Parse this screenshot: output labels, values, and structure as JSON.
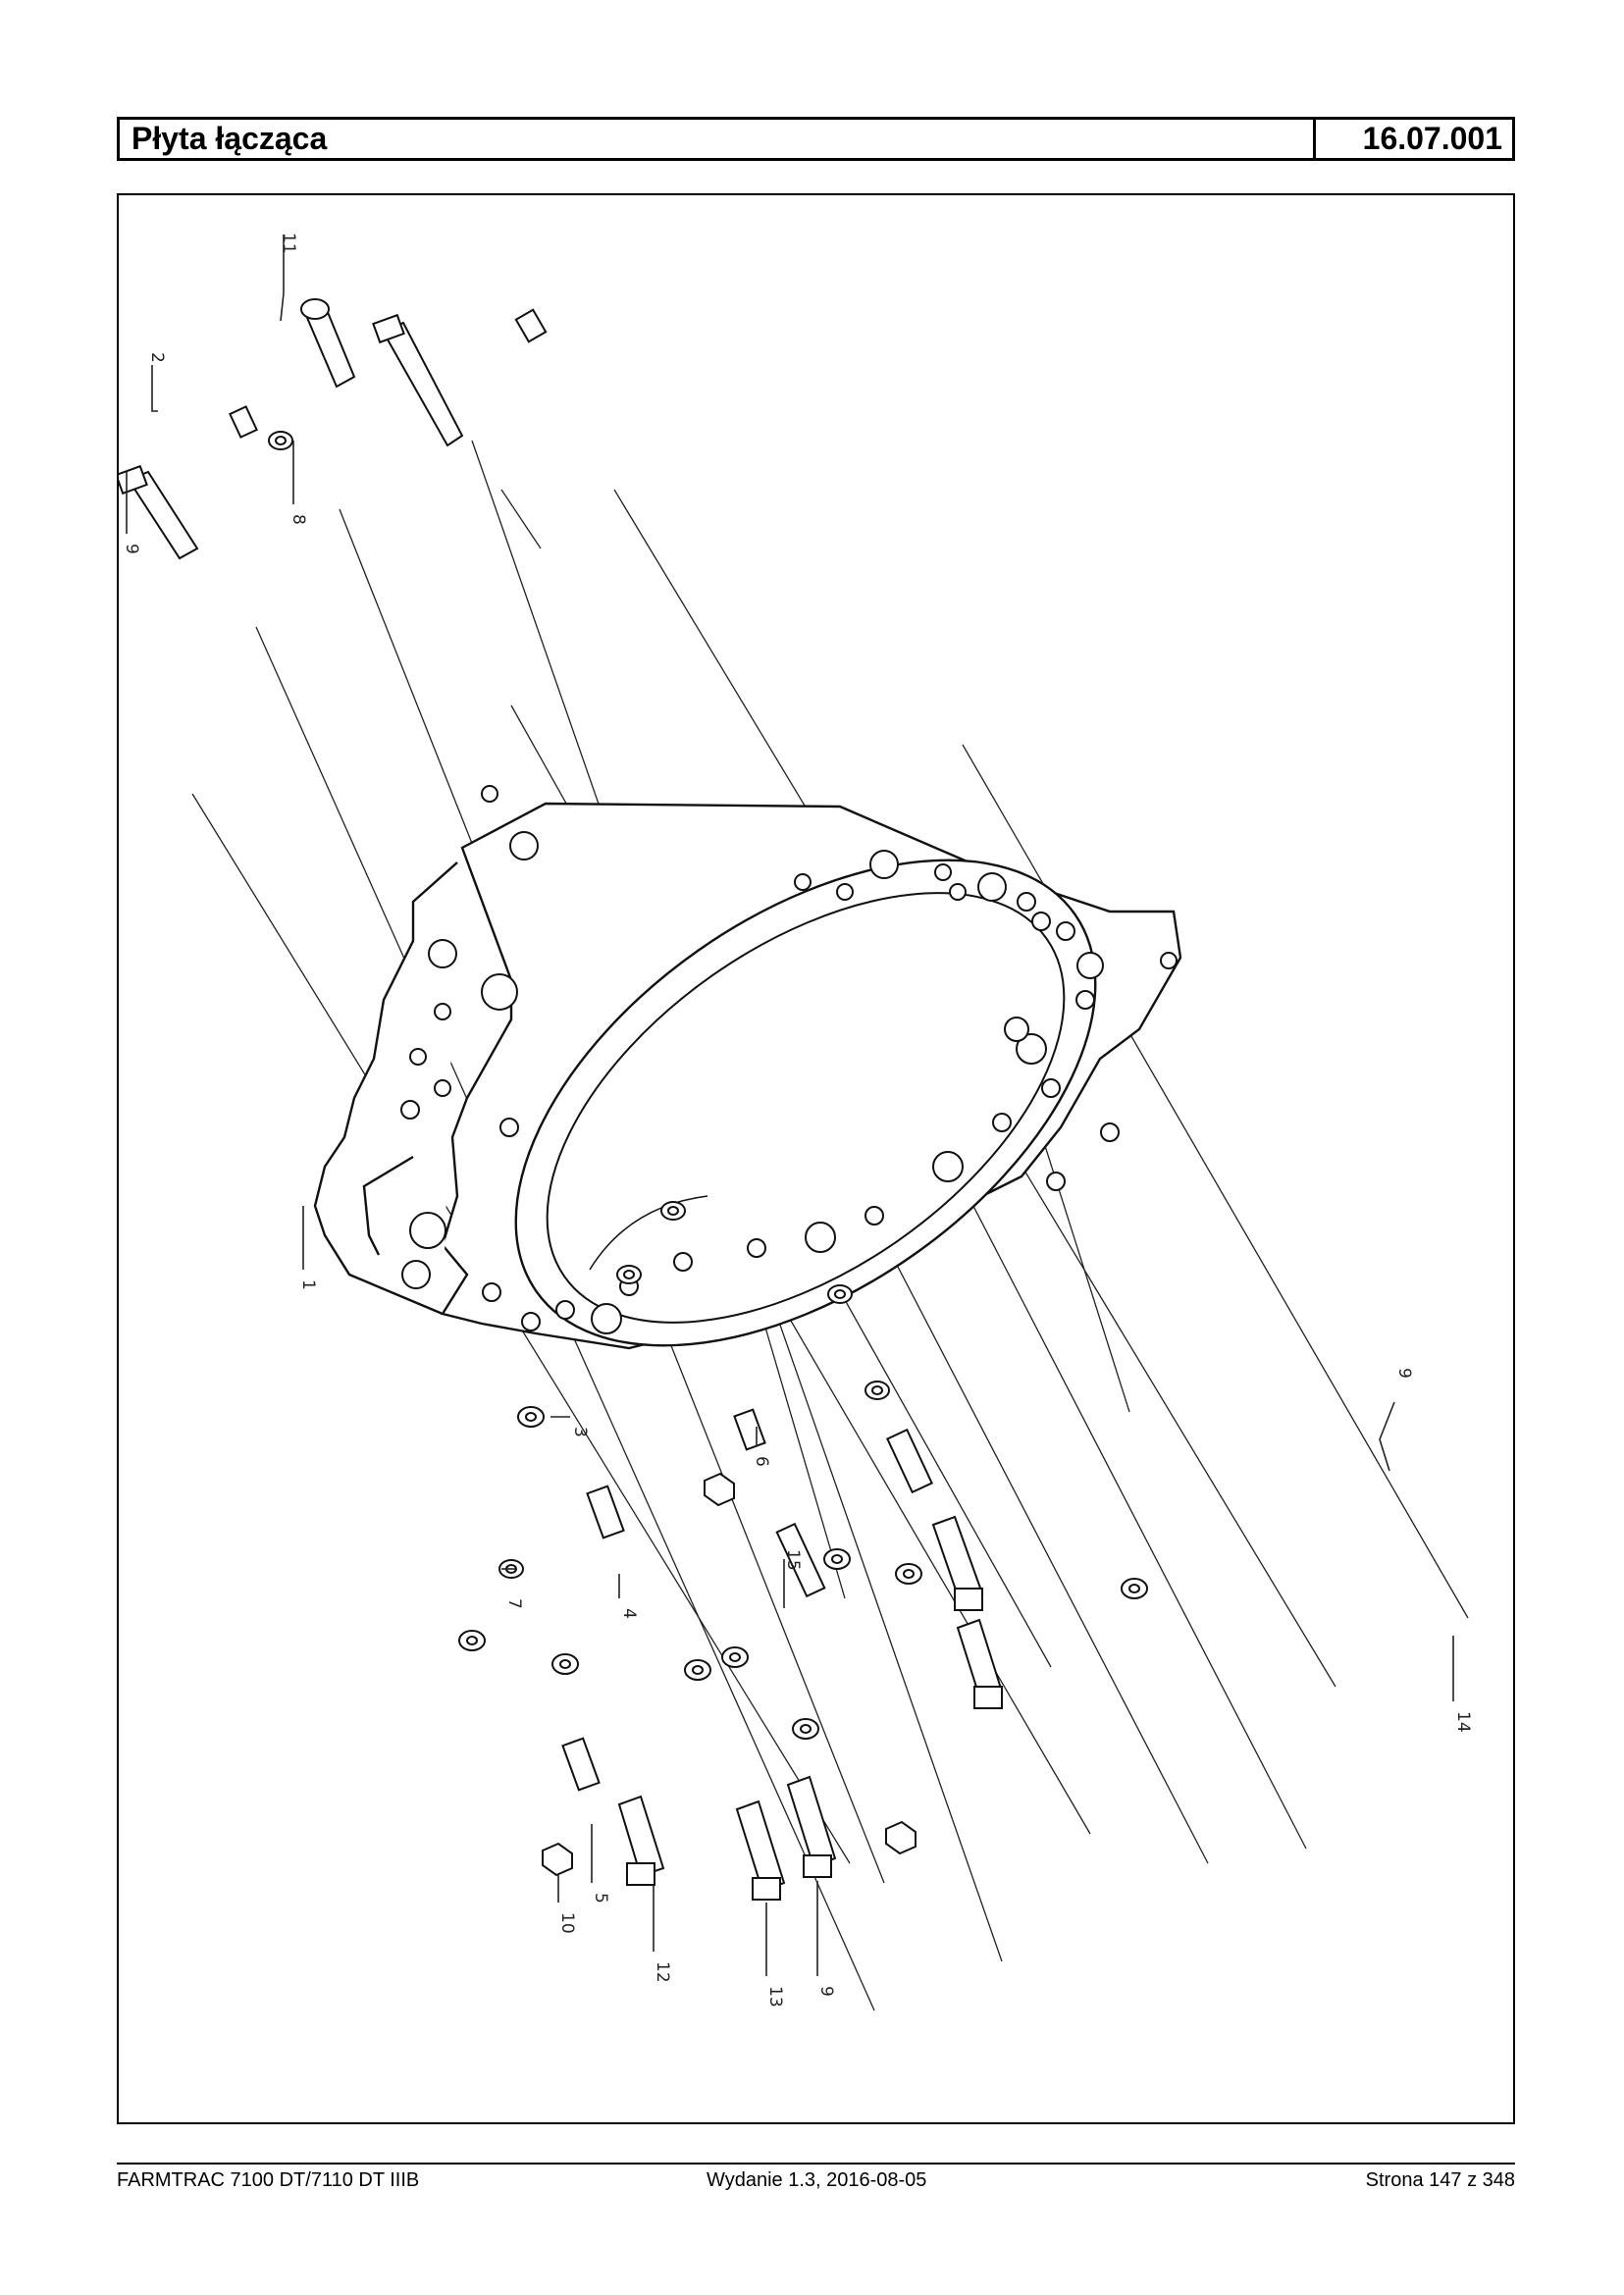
{
  "header": {
    "title": "Płyta łącząca",
    "code": "16.07.001"
  },
  "diagram": {
    "callouts": [
      "11",
      "2",
      "8",
      "9",
      "1",
      "3",
      "6",
      "9",
      "15",
      "7",
      "4",
      "14",
      "10",
      "5",
      "12",
      "13",
      "9"
    ]
  },
  "footer": {
    "model": "FARMTRAC 7100 DT/7110 DT IIIB",
    "edition": "Wydanie 1.3,  2016-08-05",
    "page": "Strona 147 z 348"
  }
}
